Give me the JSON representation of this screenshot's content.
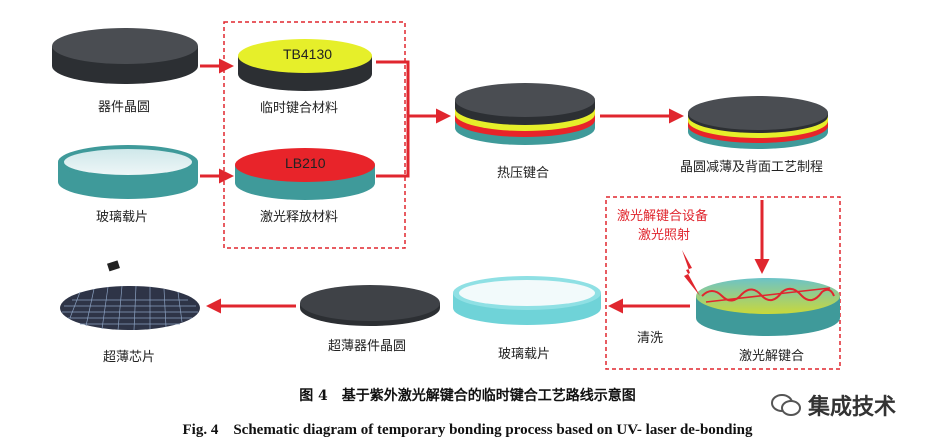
{
  "labels": {
    "device_wafer": "器件晶圆",
    "glass_carrier": "玻璃载片",
    "temp_bond_material": "临时键合材料",
    "laser_release_material": "激光释放材料",
    "hot_press_bond": "热压键合",
    "wafer_thinning": "晶圆减薄及背面工艺制程",
    "laser_equipment_line1": "激光解键合设备",
    "laser_equipment_line2": "激光照射",
    "laser_debond": "激光解键合",
    "cleaning": "清洗",
    "glass_carrier_2": "玻璃载片",
    "ultrathin_wafer": "超薄器件晶圆",
    "ultrathin_chip": "超薄芯片",
    "tb_material_name": "TB4130",
    "lb_material_name": "LB210"
  },
  "caption": {
    "cn": "图 4　基于紫外激光解键合的临时键合工艺路线示意图",
    "en": "Fig. 4　Schematic diagram of temporary bonding process based on UV- laser de-bonding"
  },
  "watermark": "集成技术",
  "colors": {
    "dark_wafer": "#3a3d42",
    "yellow_material": "#e6ef2a",
    "red_material": "#e8242a",
    "glass_teal": "#3f9a9a",
    "arrow_red": "#e0262e",
    "dashed_box": "#e0262e"
  }
}
